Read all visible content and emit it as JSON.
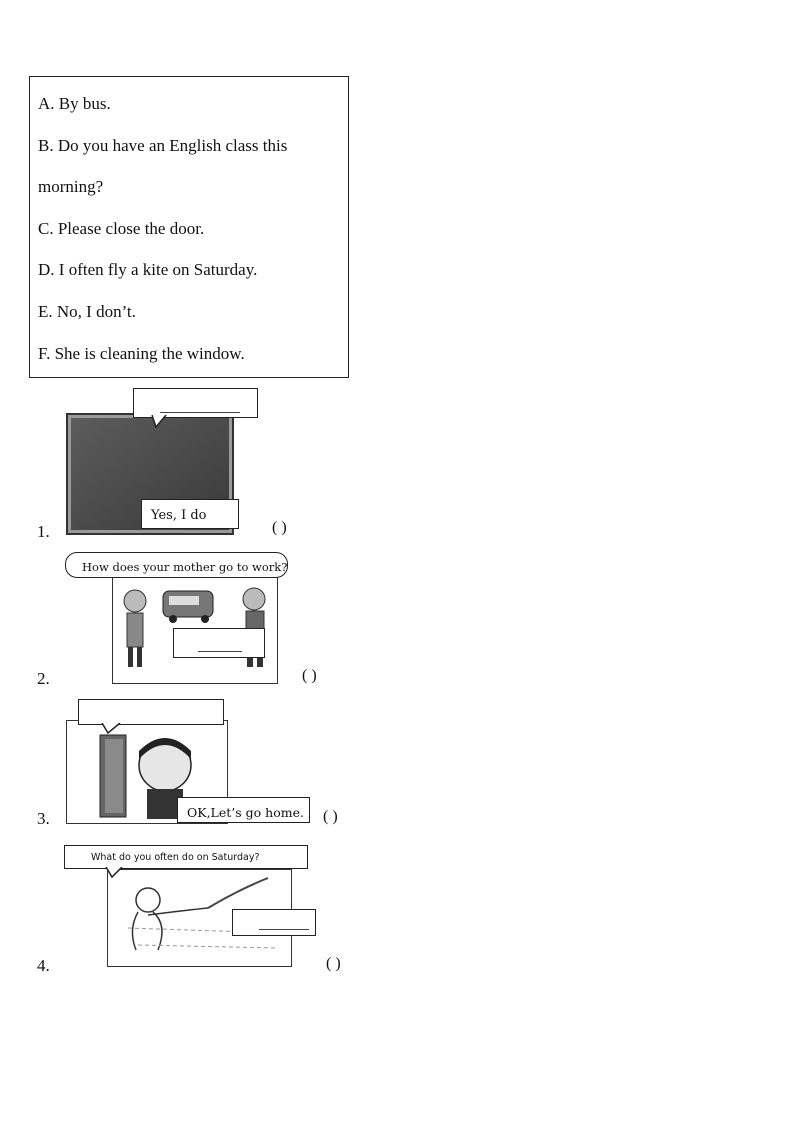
{
  "options": [
    "A. By bus.",
    "B. Do you have an English  class this",
    "morning?",
    "C. Please close the door.",
    "D. I often fly a kite  on Saturday.",
    "E. No, I don’t.",
    "F. She is cleaning  the window."
  ],
  "questions": [
    {
      "number": "1.",
      "bubble_text": "Yes, I do",
      "paren": "(        )"
    },
    {
      "number": "2.",
      "bubble_text": "How does your mother go to work?",
      "paren": "(        )"
    },
    {
      "number": "3.",
      "bubble_text": "OK,Let’s go home.",
      "paren": "(        )"
    },
    {
      "number": "4.",
      "bubble_text": "What do you often do on Saturday?",
      "paren": "(        )"
    }
  ]
}
